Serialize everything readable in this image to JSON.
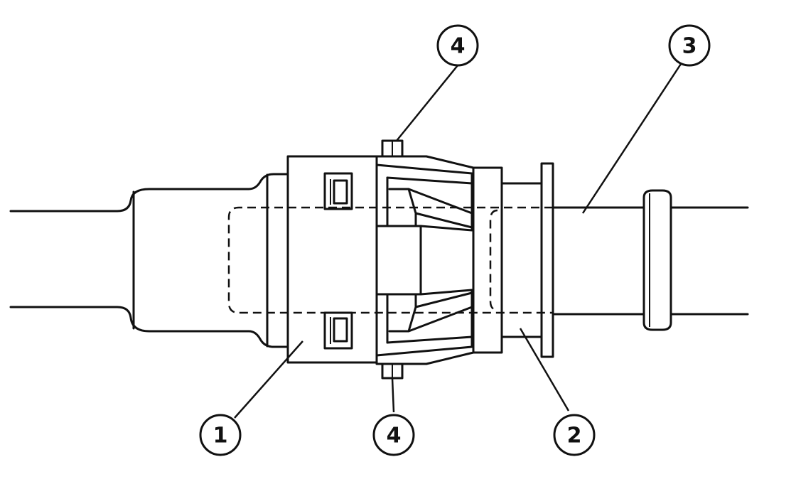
{
  "callouts": [
    {
      "id": "1",
      "label": "1"
    },
    {
      "id": "2",
      "label": "2"
    },
    {
      "id": "3",
      "label": "3"
    },
    {
      "id": "4a",
      "label": "4"
    },
    {
      "id": "4b",
      "label": "4"
    }
  ]
}
